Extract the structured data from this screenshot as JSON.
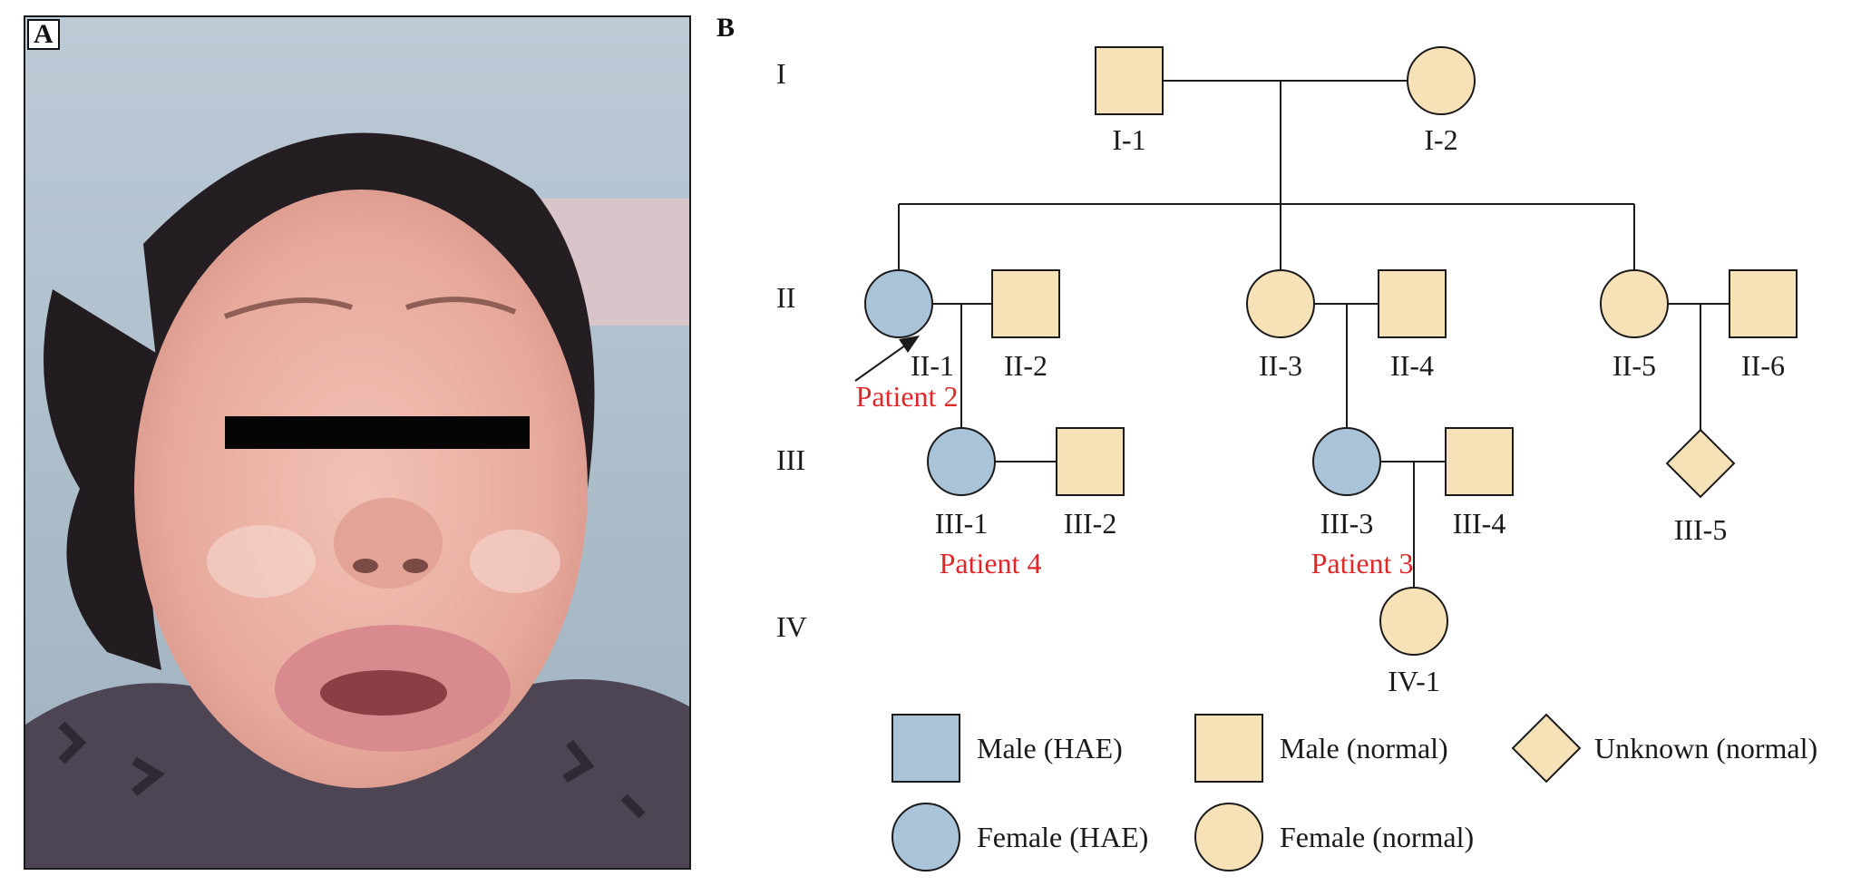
{
  "panels": {
    "a_label": "A",
    "b_label": "B"
  },
  "generations": [
    "I",
    "II",
    "III",
    "IV"
  ],
  "individuals": {
    "I_1": "I-1",
    "I_2": "I-2",
    "II_1": "II-1",
    "II_2": "II-2",
    "II_3": "II-3",
    "II_4": "II-4",
    "II_5": "II-5",
    "II_6": "II-6",
    "III_1": "III-1",
    "III_2": "III-2",
    "III_3": "III-3",
    "III_4": "III-4",
    "III_5": "III-5",
    "IV_1": "IV-1"
  },
  "patients": {
    "p2": "Patient 2",
    "p4": "Patient 4",
    "p3": "Patient 3"
  },
  "legend": {
    "male_hae": "Male (HAE)",
    "male_normal": "Male (normal)",
    "unknown_normal": "Unknown (normal)",
    "female_hae": "Female (HAE)",
    "female_normal": "Female (normal)"
  },
  "colors": {
    "affected": "#a9c3d9",
    "normal": "#f7e2b8",
    "patient_label": "#e1262a"
  }
}
